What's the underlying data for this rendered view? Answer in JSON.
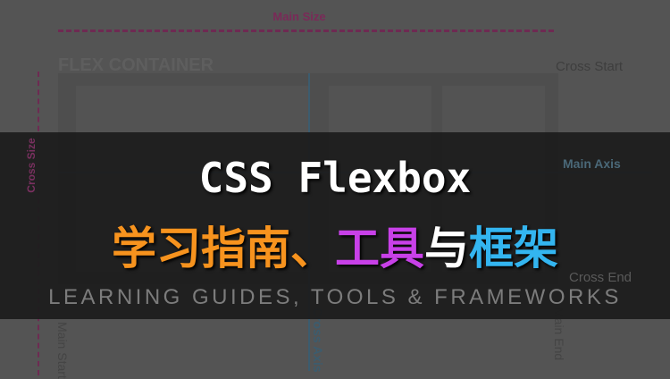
{
  "background": {
    "main_size": "Main Size",
    "flex_container": "FLEX CONTAINER",
    "cross_start": "Cross Start",
    "cross_end": "Cross End",
    "main_axis": "Main Axis",
    "cross_size": "Cross Size",
    "main_start": "Main Start",
    "cross_axis": "Cross Axis",
    "main_end": "Main End"
  },
  "banner": {
    "title": "CSS Flexbox",
    "subtitle_cn": [
      {
        "text": "学习指南",
        "color": "#f7931e"
      },
      {
        "text": "、",
        "color": "#f7931e"
      },
      {
        "text": "工具",
        "color": "#c840e8"
      },
      {
        "text": "与",
        "color": "#ffffff"
      },
      {
        "text": "框架",
        "color": "#33b5f0"
      }
    ],
    "subtitle_en": "LEARNING GUIDES, TOOLS & FRAMEWORKS"
  }
}
